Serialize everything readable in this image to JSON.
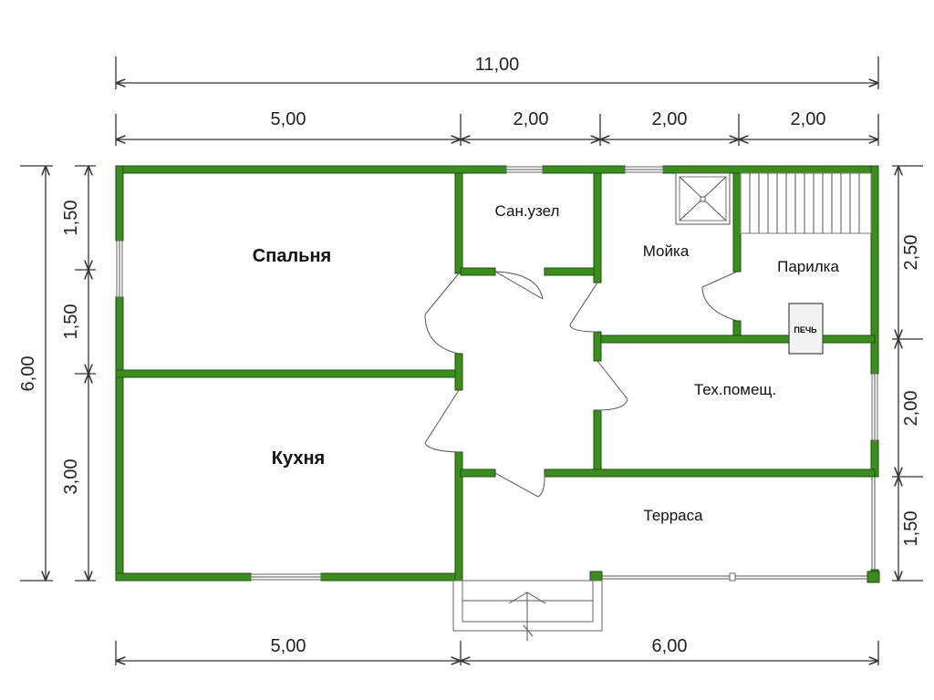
{
  "dimensions": {
    "top_total": "11,00",
    "top_segments": [
      "5,00",
      "2,00",
      "2,00",
      "2,00"
    ],
    "bottom_segments": [
      "5,00",
      "6,00"
    ],
    "left_total": "6,00",
    "left_segments": [
      "1,50",
      "1,50",
      "3,00"
    ],
    "right_segments": [
      "2,50",
      "2,00",
      "1,50"
    ]
  },
  "rooms": {
    "bedroom": "Спальня",
    "kitchen": "Кухня",
    "bathroom": "Сан.узел",
    "washroom": "Мойка",
    "steam_room": "Парилка",
    "technical_room": "Тех.помещ.",
    "terrace": "Терраса"
  },
  "stove_label": "ПЕЧЬ",
  "colors": {
    "wall": "#3a8f1c",
    "wall_outline": "#1f4d10"
  }
}
